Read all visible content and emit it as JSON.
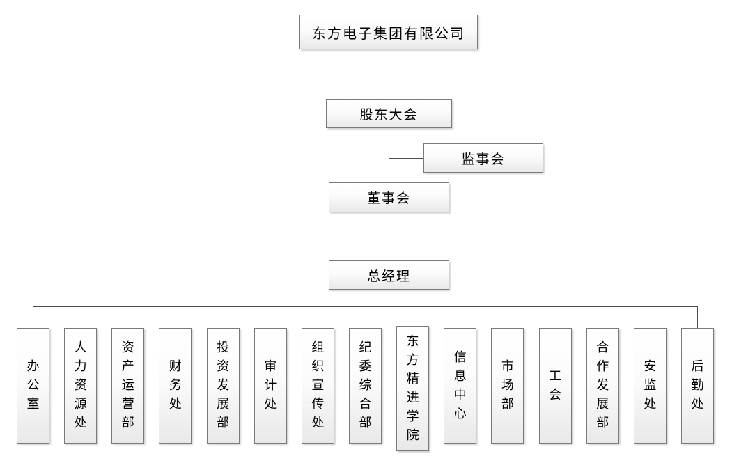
{
  "page": {
    "background": "#ffffff"
  },
  "org_chart": {
    "type": "org-tree",
    "nodes": {
      "company": "东方电子集团有限公司",
      "shareholders_meeting": "股东大会",
      "supervisory_board": "监事会",
      "board_of_directors": "董事会",
      "general_manager": "总经理"
    },
    "departments": [
      "办公室",
      "人力资源处",
      "资产运营部",
      "财务处",
      "投资发展部",
      "审计处",
      "组织宣传处",
      "纪委综合部",
      "东方精进学院",
      "信息中心",
      "市场部",
      "工会",
      "合作发展部",
      "安监处",
      "后勤处"
    ],
    "colors": {
      "box_border": "#7a7a7a",
      "box_fill_top": "#ffffff",
      "box_fill_bottom": "#e9e9e9",
      "connector": "#4d4d4d",
      "text": "#000000"
    }
  }
}
